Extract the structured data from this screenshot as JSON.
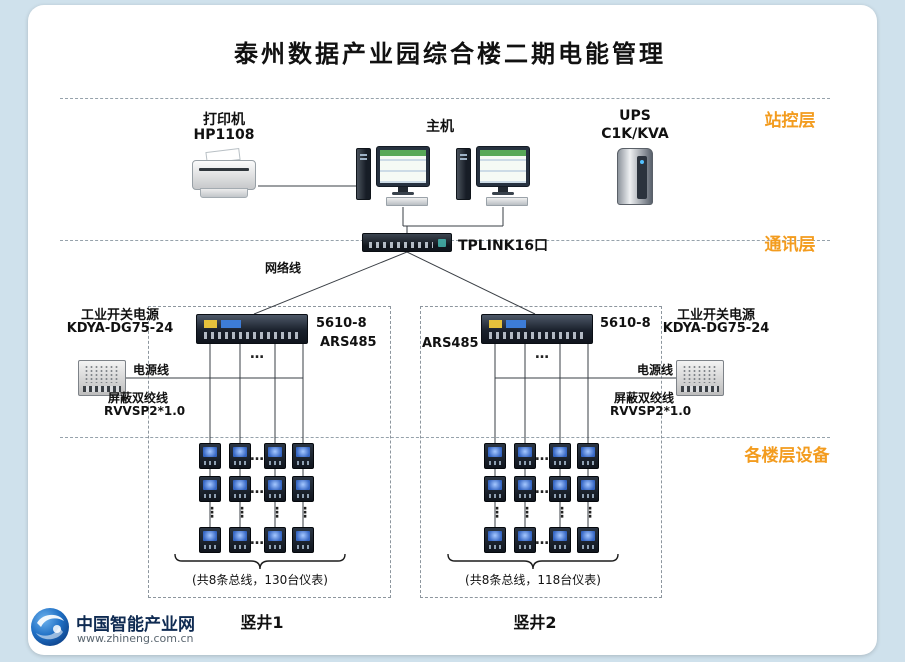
{
  "title": "泰州数据产业园综合楼二期电能管理",
  "layers": {
    "station": "站控层",
    "comm": "通讯层",
    "floor": "各楼层设备"
  },
  "station": {
    "printer_name": "打印机",
    "printer_model": "HP1108",
    "host_label": "主机",
    "ups_name": "UPS",
    "ups_model": "C1K/KVA"
  },
  "comm": {
    "switch_label": "TPLINK16口",
    "network_cable": "网络线"
  },
  "collectors": {
    "left": {
      "model": "5610-8",
      "bus": "ARS485"
    },
    "right": {
      "model": "5610-8",
      "bus": "ARS485"
    }
  },
  "power": {
    "left": {
      "name": "工业开关电源",
      "model": "KDYA-DG75-24",
      "power_line": "电源线",
      "shield_line": "屏蔽双绞线",
      "shield_model": "RVVSP2*1.0"
    },
    "right": {
      "name": "工业开关电源",
      "model": "KDYA-DG75-24",
      "power_line": "电源线",
      "shield_line": "屏蔽双绞线",
      "shield_model": "RVVSP2*1.0"
    }
  },
  "shafts": {
    "left": {
      "caption": "(共8条总线，130台仪表)",
      "name": "竖井1"
    },
    "right": {
      "caption": "(共8条总线，118台仪表)",
      "name": "竖井2"
    }
  },
  "symbols": {
    "h_ellipsis": "…",
    "v_ellipsis": "⋮"
  },
  "footer": {
    "brand": "中国智能产业网",
    "site": "www.zhineng.com.cn"
  },
  "colors": {
    "accent": "#f39c1f",
    "panel": "#ffffff",
    "background": "#cfe1ec"
  }
}
